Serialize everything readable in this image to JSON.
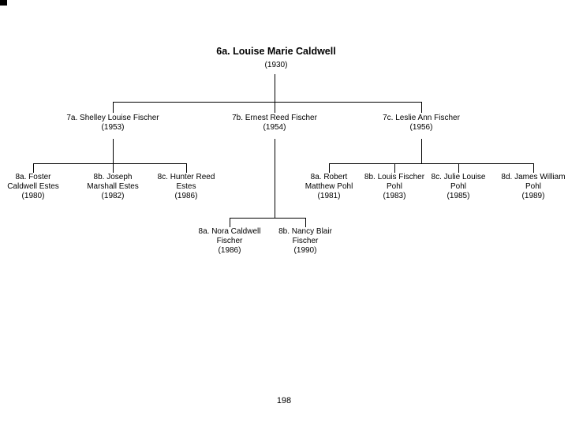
{
  "page": {
    "number": "198"
  },
  "colors": {
    "background": "#ffffff",
    "text": "#000000",
    "line": "#000000"
  },
  "tree": {
    "root": {
      "label": "6a. Louise Marie Caldwell",
      "year": "(1930)"
    },
    "gen2": [
      {
        "label": "7a. Shelley Louise Fischer",
        "year": "(1953)"
      },
      {
        "label": "7b. Ernest Reed Fischer",
        "year": "(1954)"
      },
      {
        "label": "7c. Leslie Ann Fischer",
        "year": "(1956)"
      }
    ],
    "gen3_shelley": [
      {
        "label": "8a. Foster Caldwell Estes",
        "year": "(1980)"
      },
      {
        "label": "8b. Joseph Marshall Estes",
        "year": "(1982)"
      },
      {
        "label": "8c. Hunter Reed Estes",
        "year": "(1986)"
      }
    ],
    "gen3_ernest": [
      {
        "label": "8a. Nora Caldwell Fischer",
        "year": "(1986)"
      },
      {
        "label": "8b. Nancy Blair Fischer",
        "year": "(1990)"
      }
    ],
    "gen3_leslie": [
      {
        "label": "8a. Robert Matthew Pohl",
        "year": "(1981)"
      },
      {
        "label": "8b. Louis Fischer Pohl",
        "year": "(1983)"
      },
      {
        "label": "8c. Julie Louise Pohl",
        "year": "(1985)"
      },
      {
        "label": "8d. James William Pohl",
        "year": "(1989)"
      }
    ]
  }
}
